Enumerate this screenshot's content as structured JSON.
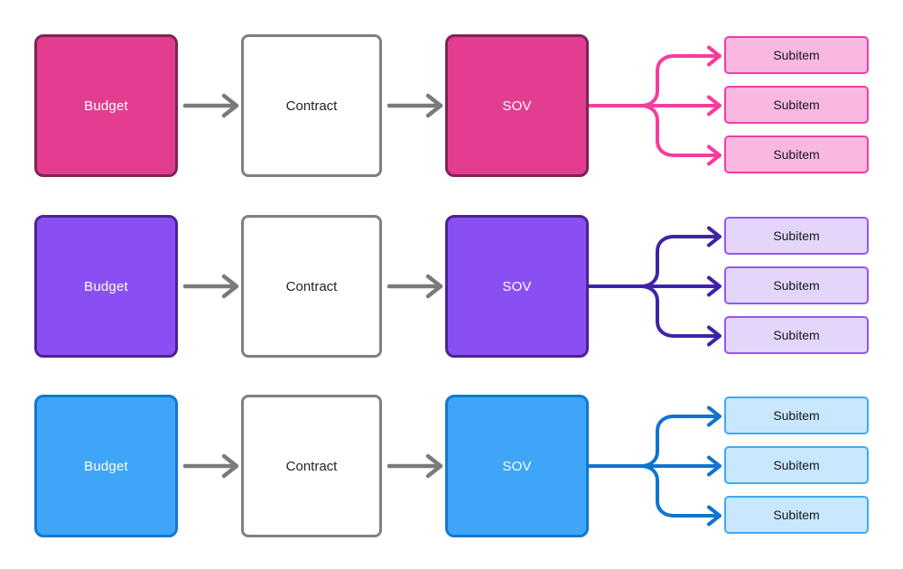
{
  "diagram": {
    "title": "budget-contract-sov-flow",
    "shared": {
      "gray_arrow_color": "#7A7A7A",
      "contract_fill": "#FFFFFF",
      "contract_border": "#808080",
      "contract_text_color": "#222222"
    },
    "rows": [
      {
        "theme": "pink",
        "budget_label": "Budget",
        "contract_label": "Contract",
        "sov_label": "SOV",
        "subitem_labels": [
          "Subitem",
          "Subitem",
          "Subitem"
        ],
        "colors": {
          "box_fill": "#E33D90",
          "box_border": "#7D2455",
          "box_text": "#FFFFFF",
          "branch_arrow": "#F53D9E",
          "subitem_fill": "#F9B8DF",
          "subitem_border": "#F23DA8",
          "subitem_text": "#15181E"
        }
      },
      {
        "theme": "purple",
        "budget_label": "Budget",
        "contract_label": "Contract",
        "sov_label": "SOV",
        "subitem_labels": [
          "Subitem",
          "Subitem",
          "Subitem"
        ],
        "colors": {
          "box_fill": "#8A4FF3",
          "box_border": "#4B2492",
          "box_text": "#FFFFFF",
          "branch_arrow": "#3E23A8",
          "subitem_fill": "#E4D6FB",
          "subitem_border": "#9257F2",
          "subitem_text": "#15181E"
        }
      },
      {
        "theme": "blue",
        "budget_label": "Budget",
        "contract_label": "Contract",
        "sov_label": "SOV",
        "subitem_labels": [
          "Subitem",
          "Subitem",
          "Subitem"
        ],
        "colors": {
          "box_fill": "#3EA5F7",
          "box_border": "#1278D0",
          "box_text": "#FFFFFF",
          "branch_arrow": "#0F74CE",
          "subitem_fill": "#C9E7FD",
          "subitem_border": "#42A9F6",
          "subitem_text": "#15181E"
        }
      }
    ]
  }
}
